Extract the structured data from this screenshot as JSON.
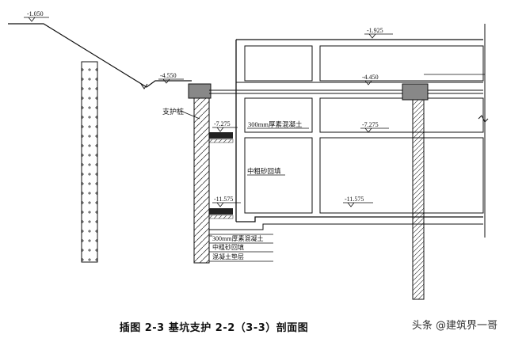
{
  "elevations": {
    "top_left": "-1.050",
    "slope_toe": "-4.550",
    "roof": "-1.925",
    "upper_slab": "-4.450",
    "mid_left": "-7.275",
    "mid_right": "-7.275",
    "bottom_left": "-11.575",
    "bottom_right": "-11.575"
  },
  "labels": {
    "support_pile": "支护桩",
    "concrete_upper": "300mm厚素混凝土",
    "sand_fill": "中粗砂回填",
    "concrete_lower": "300mm厚素混凝土",
    "sand_fill_lower": "中粗砂回填",
    "cushion": "混凝土垫层"
  },
  "caption": "插图 2-3 基坑支护 2-2（3-3）剖面图",
  "watermark": "头条 @建筑界一哥"
}
